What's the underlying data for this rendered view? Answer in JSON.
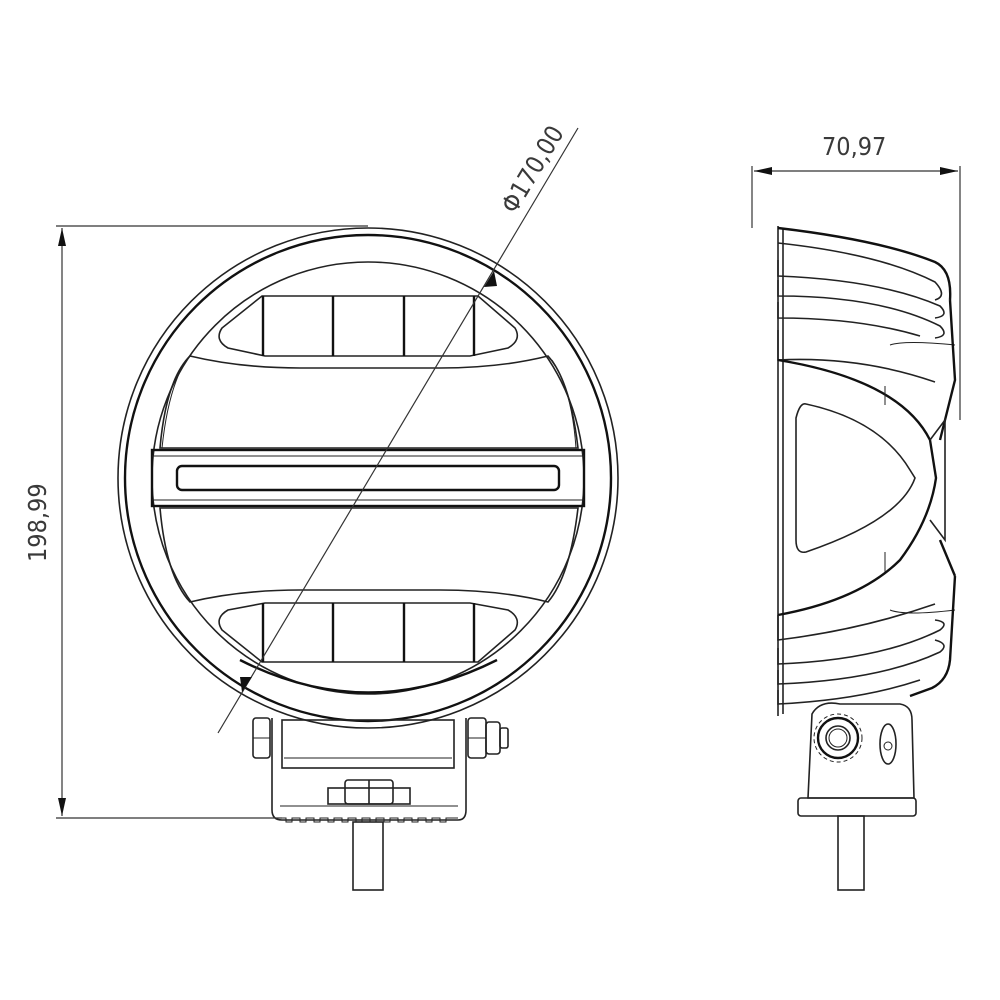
{
  "drawing": {
    "title": "Round LED work light – front and side view dimension drawing",
    "views": [
      {
        "name": "front-view",
        "description": "Circular housing with upper and lower small lens windows, two large mesh-reflector lenses and a central horizontal LED light bar; mounting bracket with bolts and stud at bottom"
      },
      {
        "name": "side-view",
        "description": "Profile of finned housing with curved cooling fins, side bracket with serrated pivot washer and adjustment knob, base plate and mounting stud"
      }
    ],
    "units": "mm",
    "decimal_separator": ","
  },
  "dimensions": {
    "diameter": {
      "label": "Φ170,00",
      "symbol": "Φ",
      "value": "170,00",
      "orientation": "diagonal"
    },
    "height": {
      "label": "198,99",
      "value": "198,99",
      "orientation": "vertical"
    },
    "depth": {
      "label": "70,97",
      "value": "70,97",
      "orientation": "horizontal"
    }
  },
  "colors": {
    "background": "#ffffff",
    "line": "#222222",
    "text": "#3a3a3a"
  }
}
